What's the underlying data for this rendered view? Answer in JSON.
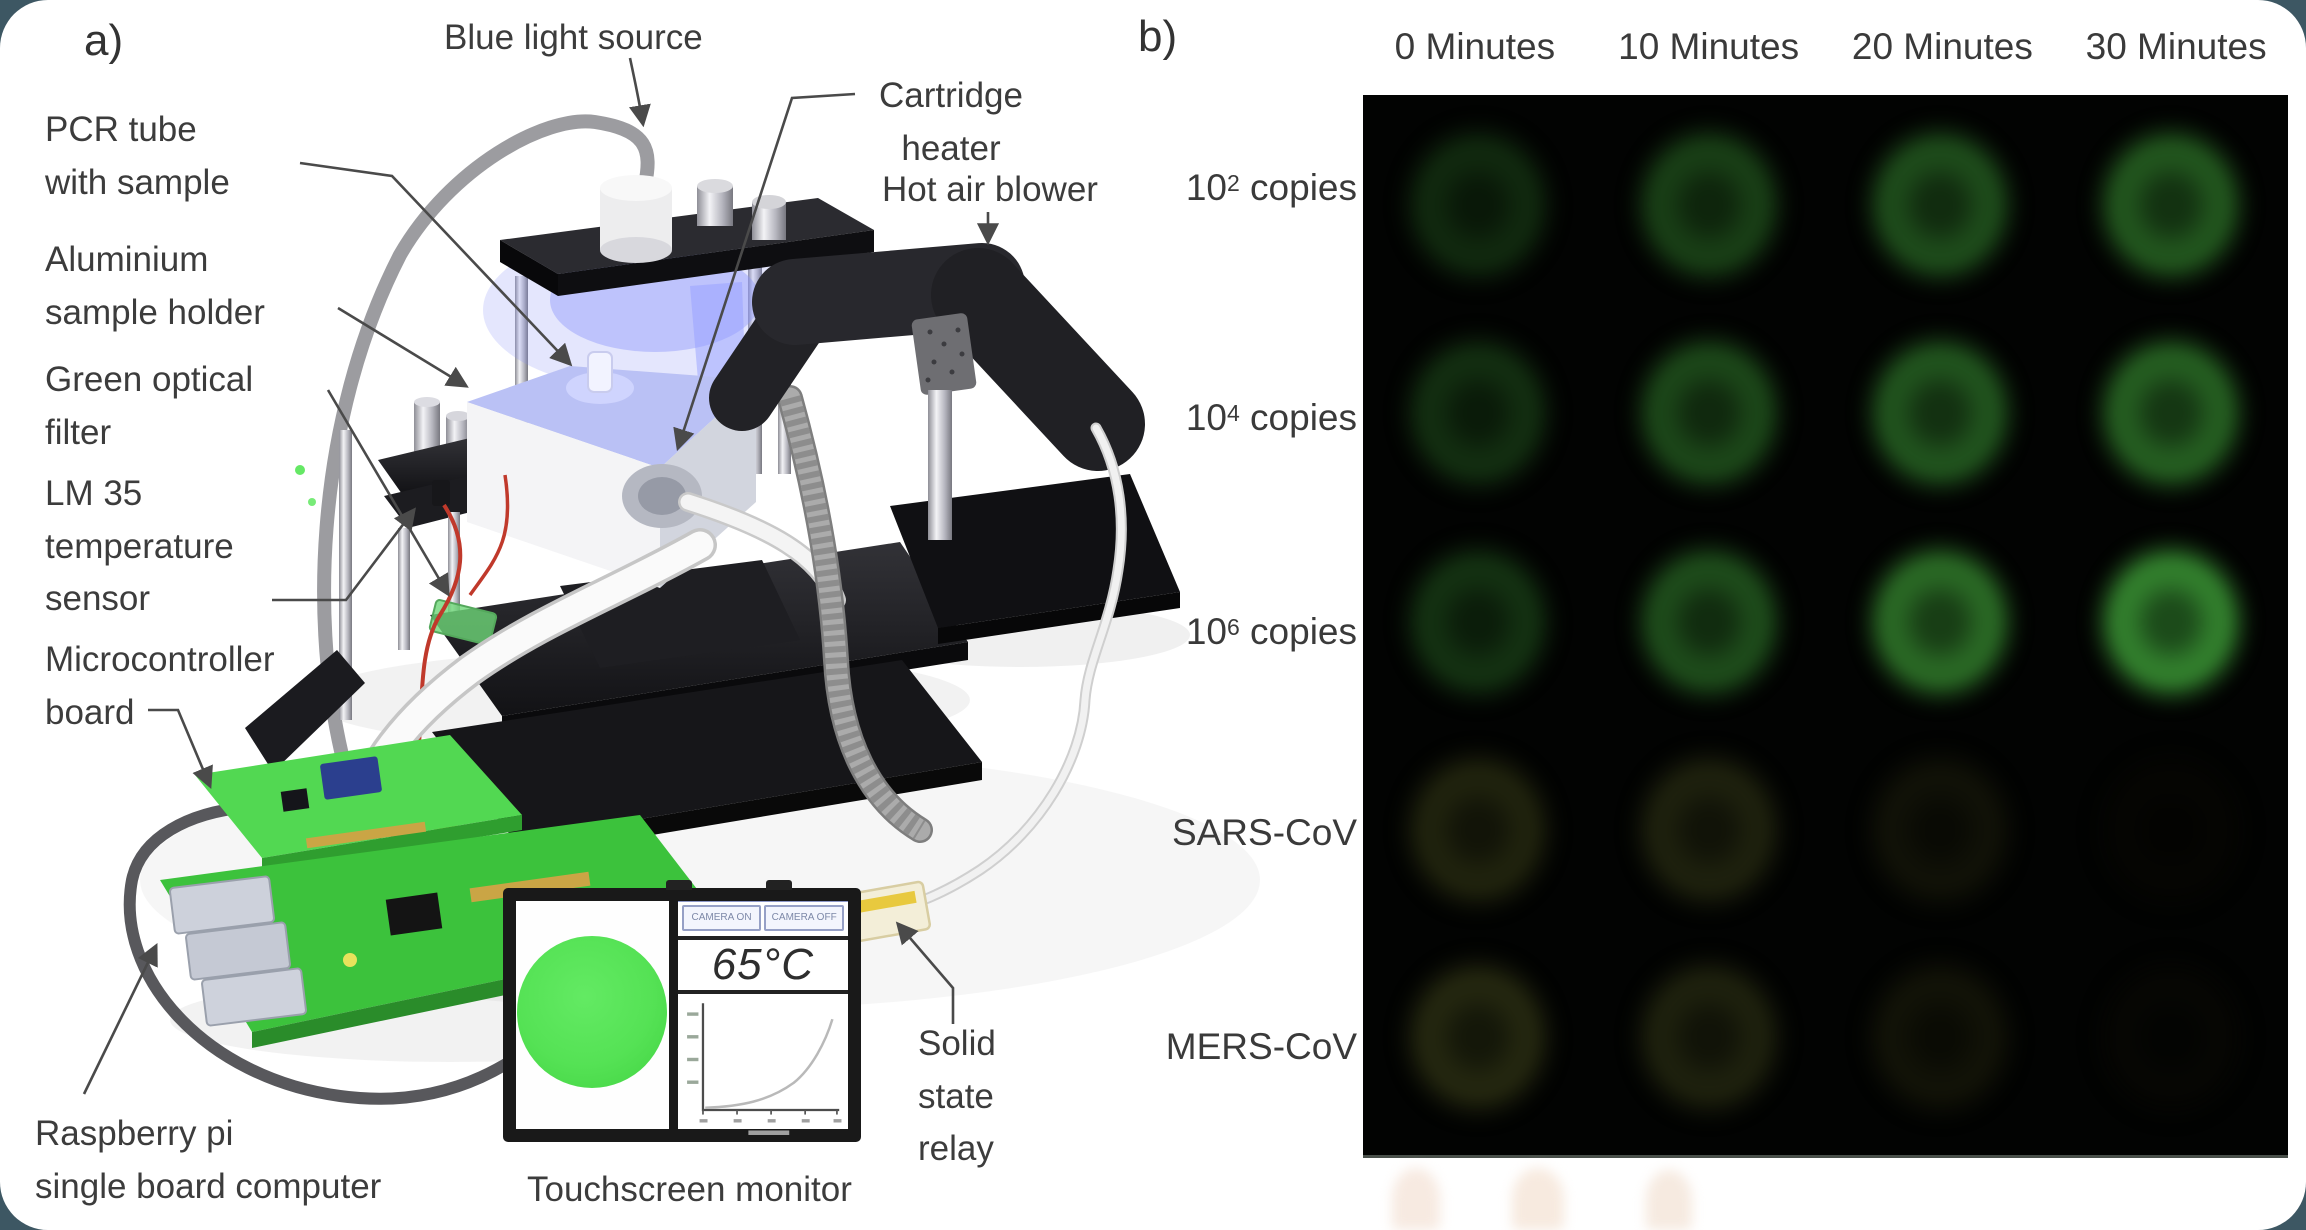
{
  "figure": {
    "panel_a": {
      "label": "a)",
      "annotations": {
        "blue_light_source": "Blue light source",
        "pcr_tube": "PCR tube\nwith sample",
        "aluminium_holder": "Aluminium\nsample holder",
        "green_filter": "Green optical\nfilter",
        "lm35": "LM 35\ntemperature\nsensor",
        "microcontroller": "Microcontroller\nboard",
        "raspberry_pi": "Raspberry pi\nsingle board computer",
        "touchscreen_monitor": "Touchscreen monitor",
        "solid_state_relay": "Solid\nstate\nrelay",
        "cartridge_heater": "Cartridge\nheater",
        "hot_air_blower": "Hot air blower"
      },
      "touchscreen_ui": {
        "camera_on": "CAMERA ON",
        "camera_off": "CAMERA OFF",
        "temperature": "65°C"
      }
    },
    "panel_b": {
      "label": "b)",
      "time_columns": [
        "0 Minutes",
        "10 Minutes",
        "20 Minutes",
        "30 Minutes"
      ],
      "rows": [
        {
          "label_base": "10",
          "label_exp": "2",
          "label_suffix": " copies",
          "tone": "green",
          "intensities": [
            0.3,
            0.46,
            0.56,
            0.64
          ]
        },
        {
          "label_base": "10",
          "label_exp": "4",
          "label_suffix": " copies",
          "tone": "green",
          "intensities": [
            0.34,
            0.52,
            0.62,
            0.7
          ]
        },
        {
          "label_base": "10",
          "label_exp": "6",
          "label_suffix": " copies",
          "tone": "green",
          "intensities": [
            0.36,
            0.56,
            0.78,
            0.95
          ]
        },
        {
          "label_text": "SARS-CoV",
          "tone": "olive",
          "intensities": [
            0.32,
            0.3,
            0.16,
            0.05
          ]
        },
        {
          "label_text": "MERS-CoV",
          "tone": "olive",
          "intensities": [
            0.36,
            0.3,
            0.17,
            0.06
          ]
        }
      ]
    },
    "colors": {
      "fluorescence_green": "#34842e",
      "screen_circle_green": "#55e255",
      "corner_background": "#3d5763"
    }
  }
}
